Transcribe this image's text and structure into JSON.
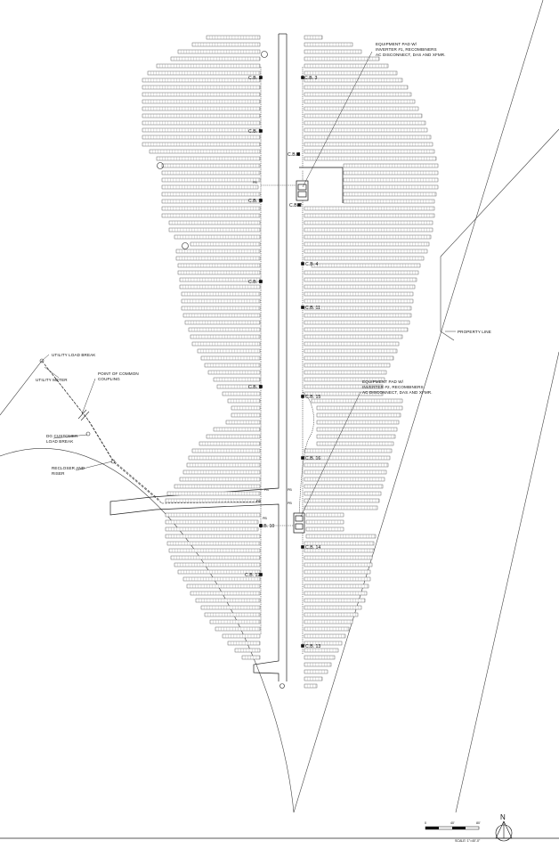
{
  "callouts": {
    "pad1": [
      "EQUIPMENT PAD W/",
      "INVERTER #1, RECOMBINERS",
      "AC DISCONNECT, DAS AND XFMR."
    ],
    "pad2": [
      "EQUIPMENT PAD W/",
      "INVERTER #2, RECOMBINERS",
      "AC DISCONNECT, DAS AND XFMR."
    ],
    "property_line": "PROPERTY LINE",
    "utility_load_break": "UTILITY LOAD BREAK",
    "utility_meter": "UTILITY METER",
    "poc": [
      "POINT OF COMMON",
      "COUPLING"
    ],
    "dg_customer": [
      "DG CUSTOMER",
      "LOAD BREAK"
    ],
    "recloser": [
      "RECLOSER AND",
      "RISER"
    ]
  },
  "combiner_boxes": [
    {
      "id": "cb1",
      "label": "C.B. 1"
    },
    {
      "id": "cb2",
      "label": "C.B. 2"
    },
    {
      "id": "cb3",
      "label": "C.B. 3"
    },
    {
      "id": "cb4",
      "label": "C.B. 4"
    },
    {
      "id": "cb5",
      "label": "C.B. 5"
    },
    {
      "id": "cb6",
      "label": "C.B. 6"
    },
    {
      "id": "cb7",
      "label": "C.B. 7"
    },
    {
      "id": "cb8",
      "label": "C.B. 8"
    },
    {
      "id": "cb9",
      "label": "C.B. 9"
    },
    {
      "id": "cb10",
      "label": "C.B. 10"
    },
    {
      "id": "cb11",
      "label": "C.B. 11"
    },
    {
      "id": "cb12",
      "label": "C.B. 12"
    },
    {
      "id": "cb13",
      "label": "C.B. 13"
    },
    {
      "id": "cb14",
      "label": "C.B. 14"
    },
    {
      "id": "cb15",
      "label": "C.B. 15"
    },
    {
      "id": "cb16",
      "label": "C.B. 16"
    }
  ],
  "pull_boxes": [
    "PB",
    "PB",
    "PB",
    "PB",
    "PB",
    "PB"
  ],
  "scale_bar": {
    "ticks": [
      "0",
      "40'",
      "80'"
    ],
    "scale_text": "SCALE: 1\"=40'-0\""
  },
  "north_arrow": "N"
}
